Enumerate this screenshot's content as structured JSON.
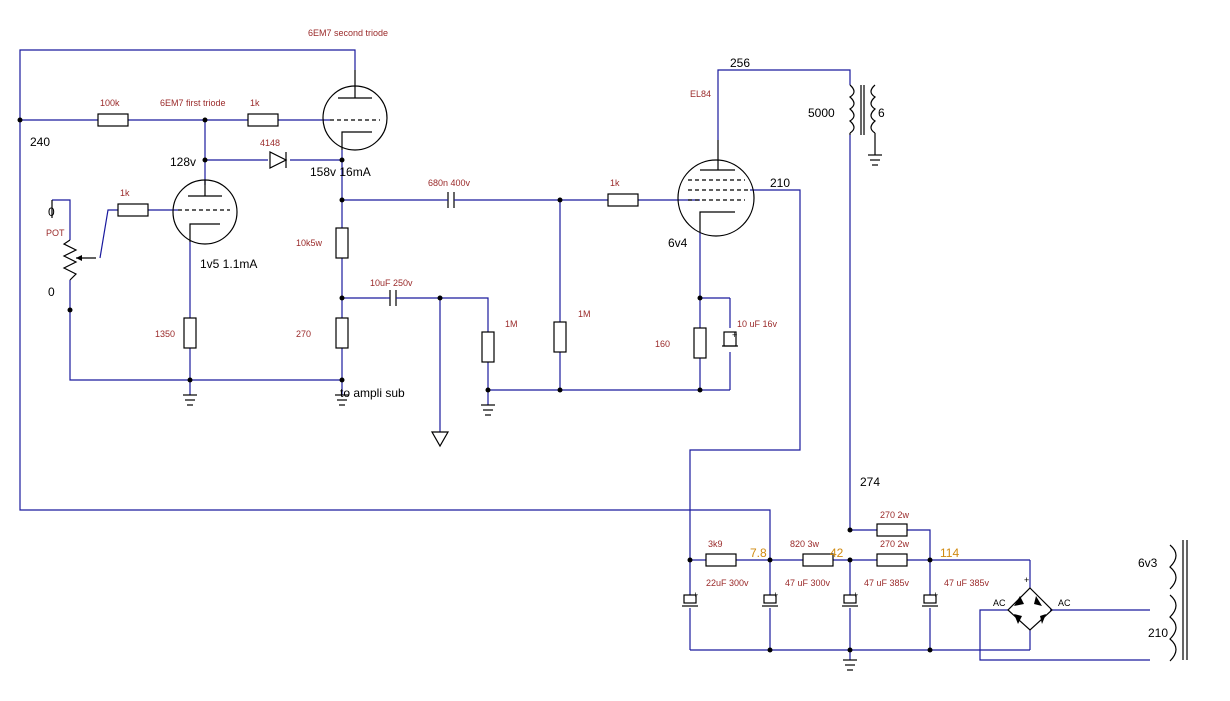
{
  "labels": {
    "tube_6em7_second": "6EM7 second triode",
    "tube_6em7_first": "6EM7 first triode",
    "tube_el84": "EL84",
    "r_100k": "100k",
    "r_1k_a": "1k",
    "r_1k_b": "1k",
    "r_1k_c": "1k",
    "diode_4148": "4148",
    "v_240": "240",
    "v_128": "128v",
    "v_158": "158v 16mA",
    "pot": "POT",
    "pot_top": "0",
    "pot_bottom": "0",
    "v_1v5": "1v5 1.1mA",
    "r_1350": "1350",
    "r_10k": "10k5w",
    "r_270": "270",
    "c_680n": "680n 400v",
    "c_10uF": "10uF 250v",
    "r_1M_a": "1M",
    "r_1M_b": "1M",
    "to_ampli": "to ampli sub",
    "v_256": "256",
    "v_5000": "5000",
    "v_6": "6",
    "v_210_plate": "210",
    "v_6v4": "6v4",
    "r_160": "160",
    "c_10uF_16v": "10 uF 16v",
    "v_274": "274",
    "r_270_2w_top": "270 2w",
    "r_3k9": "3k9",
    "v_7_8": "7.8",
    "r_820": "820 3w",
    "v_42": "42",
    "r_270_2w_mid": "270 2w",
    "v_114": "114",
    "c_22uF": "22uF 300v",
    "c_47uF_300": "47 uF 300v",
    "c_47uF_385_a": "47 uF 385v",
    "c_47uF_385_b": "47 uF 385v",
    "ac_left": "AC",
    "ac_right": "AC",
    "plus": "+",
    "v_6v3": "6v3",
    "v_210_tx": "210"
  },
  "colors": {
    "wire": "#1a1a9e",
    "lead": "#b03030",
    "component_label": "#9a2a2a",
    "voltage_label": "#000000",
    "highlight_label": "#d08a10"
  }
}
